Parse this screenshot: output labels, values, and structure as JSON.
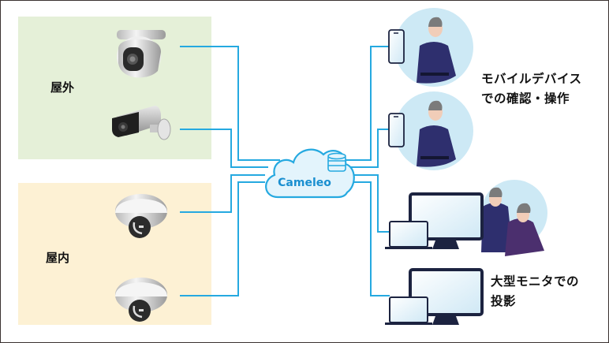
{
  "zones": {
    "outdoor": {
      "label": "屋外",
      "color": "#e5f0d8"
    },
    "indoor": {
      "label": "屋内",
      "color": "#fdf1d4"
    }
  },
  "cameras": [
    {
      "zone": "outdoor",
      "type": "turret-dome-camera"
    },
    {
      "zone": "outdoor",
      "type": "bullet-camera"
    },
    {
      "zone": "indoor",
      "type": "dome-camera"
    },
    {
      "zone": "indoor",
      "type": "dome-camera"
    }
  ],
  "cloud": {
    "label": "Cameleo",
    "icon": "database-icon"
  },
  "outputs": {
    "mobile": {
      "caption_line1": "モバイルデバイス",
      "caption_line2": "での確認・操作"
    },
    "monitor": {
      "caption_line1": "大型モニタでの",
      "caption_line2": "投影"
    }
  },
  "colors": {
    "connector": "#25a9e0",
    "device_outline": "#1c2340",
    "avatar_bg": "#cde9f5",
    "robe": "#2e2f6e",
    "robe_purple": "#4b2f6e"
  }
}
